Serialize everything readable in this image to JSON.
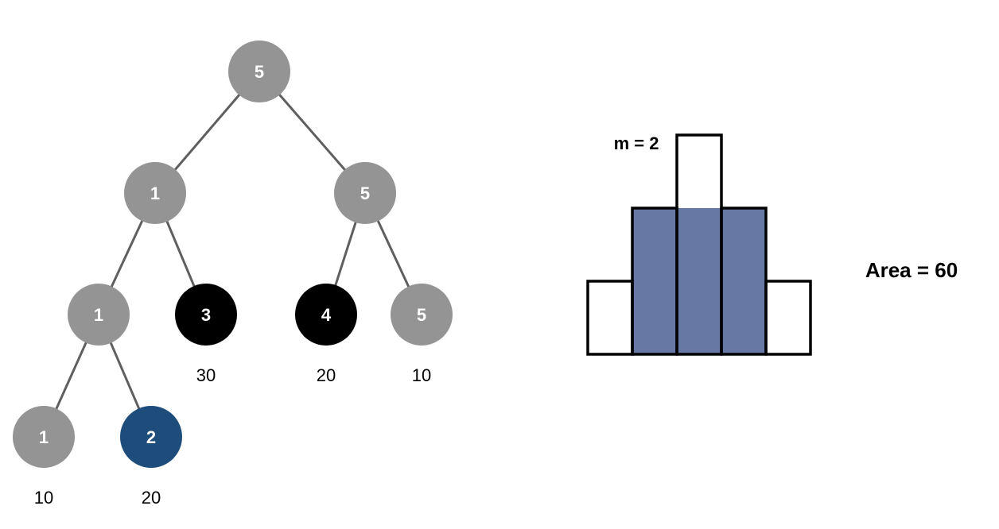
{
  "colors": {
    "default_node": "#949494",
    "selected_node": "#1e4d7b",
    "black_node": "#000000",
    "edge": "#5f5f5f",
    "fill": "#6878a4",
    "outline": "#000000"
  },
  "tree": {
    "nodes": [
      {
        "id": "root",
        "label": "5",
        "state": "default",
        "weight": ""
      },
      {
        "id": "l1-left",
        "label": "1",
        "state": "default",
        "weight": ""
      },
      {
        "id": "l1-right",
        "label": "5",
        "state": "default",
        "weight": ""
      },
      {
        "id": "l2-a",
        "label": "1",
        "state": "default",
        "weight": ""
      },
      {
        "id": "l2-b",
        "label": "3",
        "state": "black",
        "weight": "30"
      },
      {
        "id": "l2-c",
        "label": "4",
        "state": "black",
        "weight": "20"
      },
      {
        "id": "l2-d",
        "label": "5",
        "state": "default",
        "weight": "10"
      },
      {
        "id": "l3-a",
        "label": "1",
        "state": "default",
        "weight": "10"
      },
      {
        "id": "l3-b",
        "label": "2",
        "state": "selected",
        "weight": "20"
      }
    ],
    "edges": [
      [
        "root",
        "l1-left"
      ],
      [
        "root",
        "l1-right"
      ],
      [
        "l1-left",
        "l2-a"
      ],
      [
        "l1-left",
        "l2-b"
      ],
      [
        "l1-right",
        "l2-c"
      ],
      [
        "l1-right",
        "l2-d"
      ],
      [
        "l2-a",
        "l3-a"
      ],
      [
        "l2-a",
        "l3-b"
      ]
    ]
  },
  "histogram": {
    "heights": [
      1,
      2,
      3,
      2,
      1
    ],
    "fill_level": 2,
    "filled_bars": [
      1,
      2,
      3
    ],
    "m_label": "m = 2",
    "area_label": "Area = 60"
  }
}
